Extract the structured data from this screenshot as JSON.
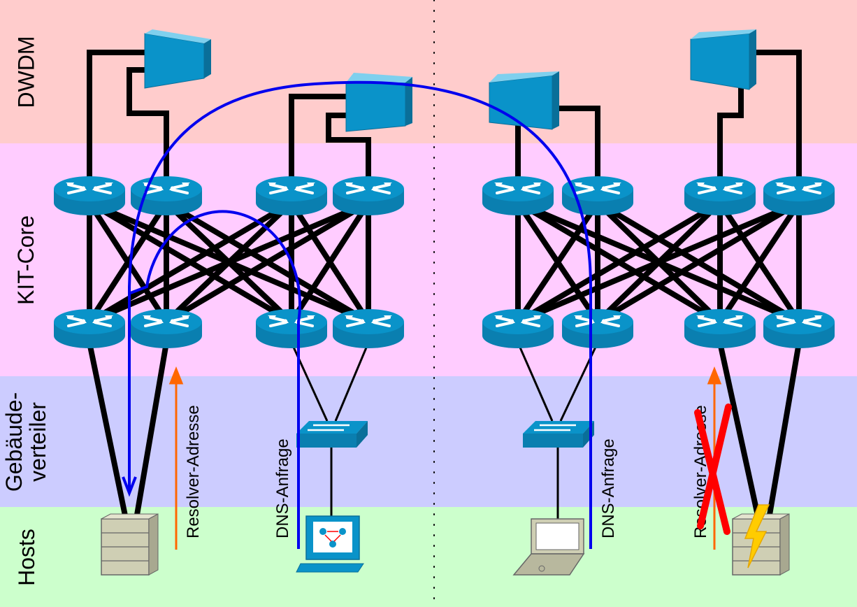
{
  "layers": {
    "dwdm": {
      "label": "DWDM",
      "color": "#ffcccc"
    },
    "core": {
      "label": "KIT-Core",
      "color": "#ffccff"
    },
    "building": {
      "label_line1": "Gebäude-",
      "label_line2": "verteiler",
      "color": "#ccccff"
    },
    "hosts": {
      "label": "Hosts",
      "color": "#ccffcc"
    }
  },
  "annotations": {
    "resolver_left": "Resolver-Adresse",
    "dns_left": "DNS-Anfrage",
    "dns_right": "DNS-Anfrage",
    "resolver_right": "Resolver-Adresse"
  },
  "colors": {
    "device_blue": "#0093c9",
    "device_light": "#4fb5dd",
    "dns_path": "#0000ee",
    "resolver_arrow": "#ff6600",
    "failure_cross": "#ff0000",
    "lightning": "#ffcc00",
    "server_body": "#cfcfb4"
  },
  "icons": {
    "dwdm": "dwdm-multiplexer-icon",
    "router": "router-icon",
    "switch": "workgroup-switch-icon",
    "server": "server-icon",
    "workstation": "workstation-icon",
    "laptop": "laptop-icon",
    "failure": "lightning-icon"
  }
}
